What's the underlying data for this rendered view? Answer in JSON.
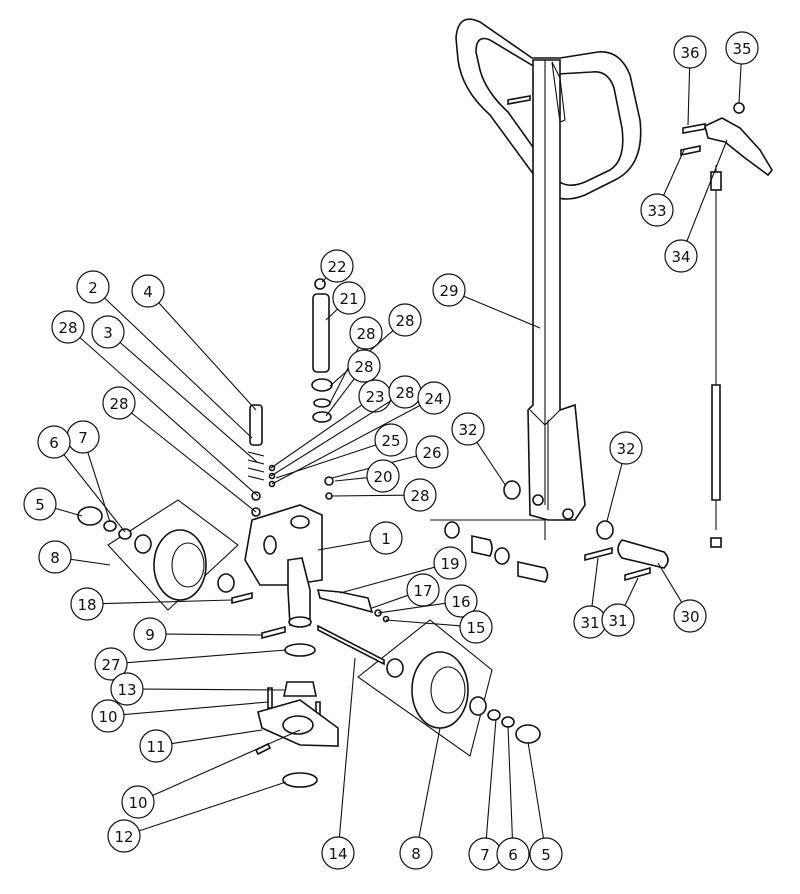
{
  "callouts": [
    {
      "id": "c36a",
      "label": "36"
    },
    {
      "id": "c35a",
      "label": "35"
    },
    {
      "id": "c33a",
      "label": "33"
    },
    {
      "id": "c34a",
      "label": "34"
    },
    {
      "id": "c22a",
      "label": "22"
    },
    {
      "id": "c2a",
      "label": "2"
    },
    {
      "id": "c4a",
      "label": "4"
    },
    {
      "id": "c21a",
      "label": "21"
    },
    {
      "id": "c29a",
      "label": "29"
    },
    {
      "id": "c28a",
      "label": "28"
    },
    {
      "id": "c3a",
      "label": "3"
    },
    {
      "id": "c28b",
      "label": "28"
    },
    {
      "id": "c28c",
      "label": "28"
    },
    {
      "id": "c28d",
      "label": "28"
    },
    {
      "id": "c23a",
      "label": "23"
    },
    {
      "id": "c28e",
      "label": "28"
    },
    {
      "id": "c28f",
      "label": "28"
    },
    {
      "id": "c24a",
      "label": "24"
    },
    {
      "id": "c32a",
      "label": "32"
    },
    {
      "id": "c32b",
      "label": "32"
    },
    {
      "id": "c25a",
      "label": "25"
    },
    {
      "id": "c7a",
      "label": "7"
    },
    {
      "id": "c6a",
      "label": "6"
    },
    {
      "id": "c26a",
      "label": "26"
    },
    {
      "id": "c20a",
      "label": "20"
    },
    {
      "id": "c28g",
      "label": "28"
    },
    {
      "id": "c5a",
      "label": "5"
    },
    {
      "id": "c1a",
      "label": "1"
    },
    {
      "id": "c8a",
      "label": "8"
    },
    {
      "id": "c19a",
      "label": "19"
    },
    {
      "id": "c17a",
      "label": "17"
    },
    {
      "id": "c18a",
      "label": "18"
    },
    {
      "id": "c16a",
      "label": "16"
    },
    {
      "id": "c15a",
      "label": "15"
    },
    {
      "id": "c31a",
      "label": "31"
    },
    {
      "id": "c31b",
      "label": "31"
    },
    {
      "id": "c30a",
      "label": "30"
    },
    {
      "id": "c9a",
      "label": "9"
    },
    {
      "id": "c27a",
      "label": "27"
    },
    {
      "id": "c13a",
      "label": "13"
    },
    {
      "id": "c10a",
      "label": "10"
    },
    {
      "id": "c11a",
      "label": "11"
    },
    {
      "id": "c10b",
      "label": "10"
    },
    {
      "id": "c12a",
      "label": "12"
    },
    {
      "id": "c14a",
      "label": "14"
    },
    {
      "id": "c8b",
      "label": "8"
    },
    {
      "id": "c7b",
      "label": "7"
    },
    {
      "id": "c6b",
      "label": "6"
    },
    {
      "id": "c5b",
      "label": "5"
    }
  ]
}
